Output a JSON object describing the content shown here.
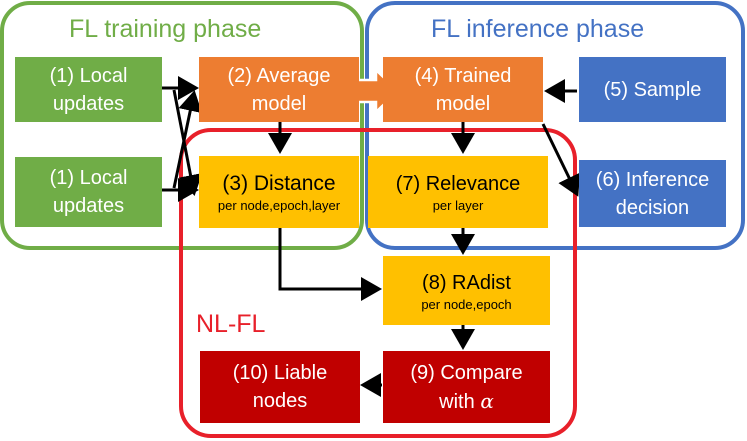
{
  "regions": {
    "training": {
      "label": "FL training phase",
      "color": "#70AD47"
    },
    "inference": {
      "label": "FL inference phase",
      "color": "#4472C4"
    },
    "nlfl": {
      "label": "NL-FL",
      "color": "#E8202A"
    }
  },
  "nodes": {
    "local1": {
      "line1": "(1) Local",
      "line2": "updates"
    },
    "local2": {
      "line1": "(1) Local",
      "line2": "updates"
    },
    "average": {
      "line1": "(2) Average",
      "line2": "model"
    },
    "distance": {
      "line1": "(3) Distance",
      "sub": "per node,epoch,layer"
    },
    "trained": {
      "line1": "(4) Trained",
      "line2": "model"
    },
    "sample": {
      "line1": "(5) Sample"
    },
    "inference": {
      "line1": "(6) Inference",
      "line2": "decision"
    },
    "relevance": {
      "line1": "(7) Relevance",
      "sub": "per layer"
    },
    "radist": {
      "line1": "(8) RAdist",
      "sub": "per node,epoch"
    },
    "compare": {
      "line1": "(9) Compare",
      "line2": "with",
      "alpha": "α"
    },
    "liable": {
      "line1": "(10) Liable",
      "line2": "nodes"
    }
  },
  "colors": {
    "green": "#70AD47",
    "orange": "#ED7D31",
    "blue": "#4472C4",
    "yellow": "#FFC000",
    "darkred": "#C00000",
    "arrow": "#000000"
  }
}
